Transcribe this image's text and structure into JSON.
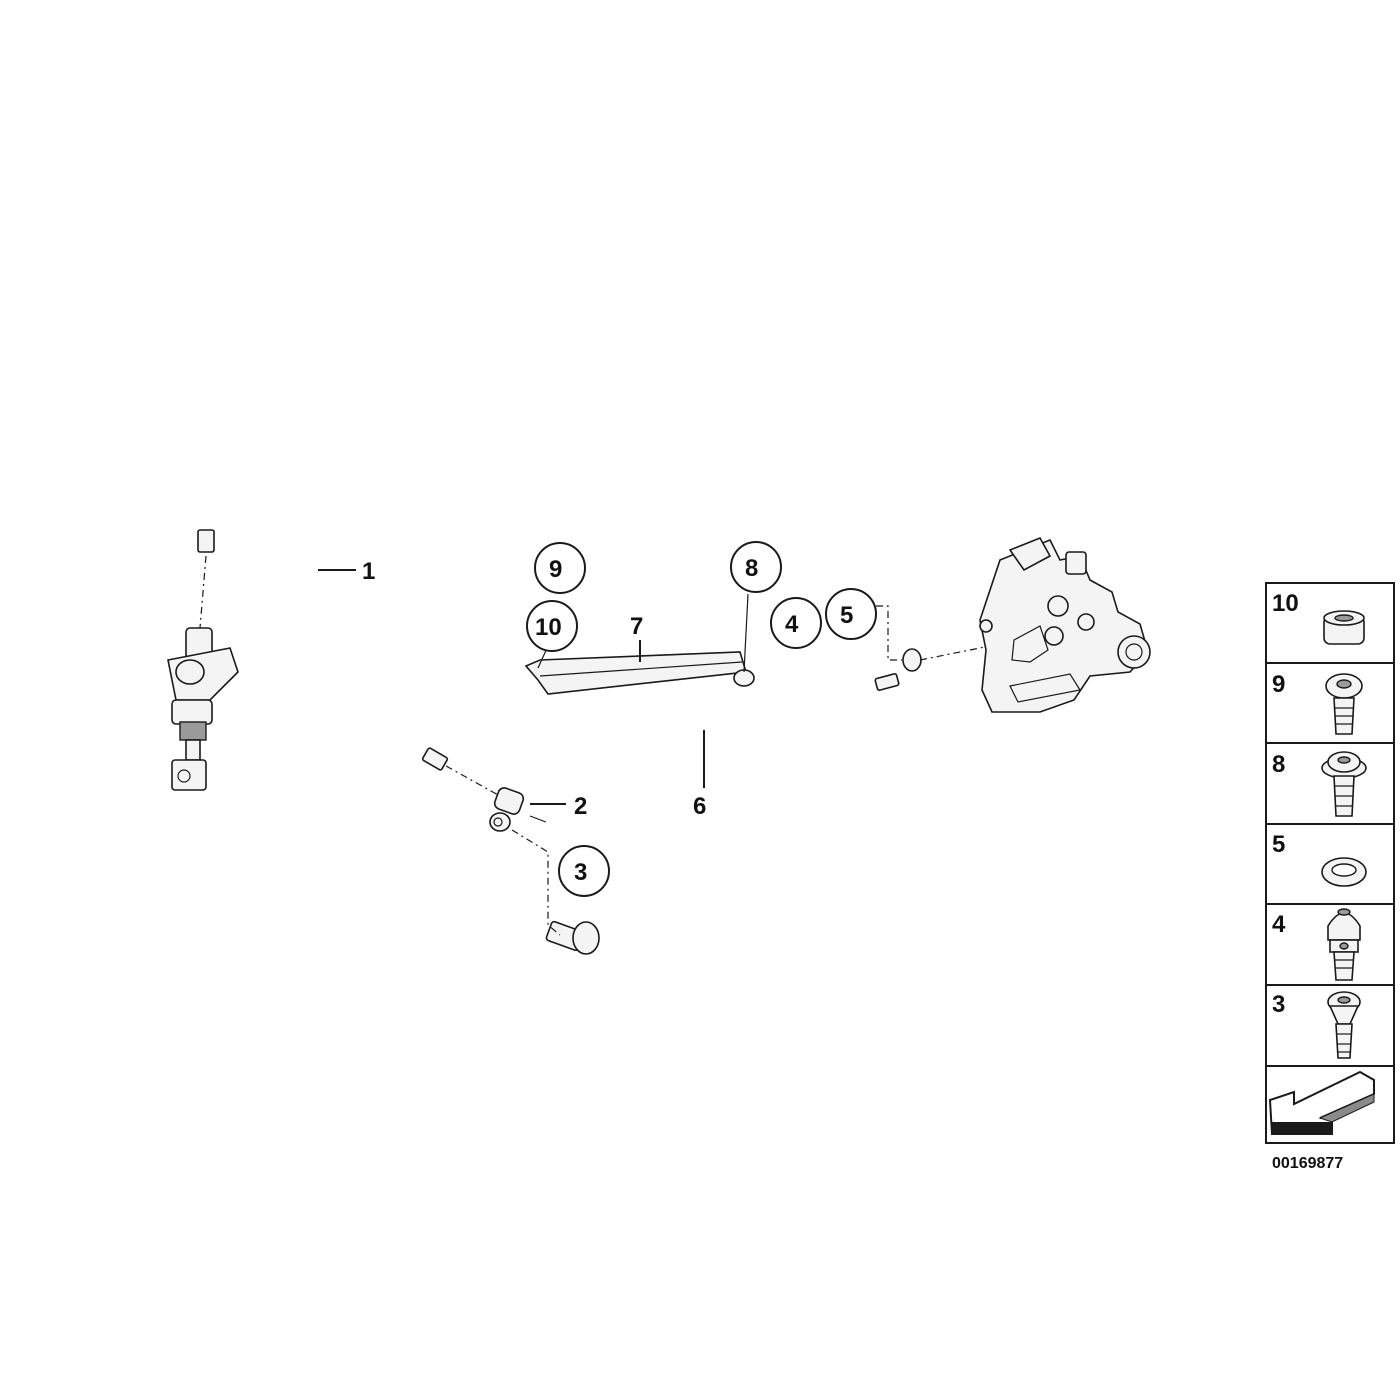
{
  "diagram_id": "00169877",
  "callouts": {
    "c1": "1",
    "c2": "2",
    "c3": "3",
    "c4": "4",
    "c5": "5",
    "c6": "6",
    "c7": "7",
    "c8": "8",
    "c9": "9",
    "c10": "10"
  },
  "legend": {
    "items": [
      {
        "number": "10",
        "part": "spacer-bushing-icon"
      },
      {
        "number": "9",
        "part": "screw-icon"
      },
      {
        "number": "8",
        "part": "flange-screw-icon"
      },
      {
        "number": "5",
        "part": "sealing-ring-icon"
      },
      {
        "number": "4",
        "part": "banjo-bolt-icon"
      },
      {
        "number": "3",
        "part": "bleed-screw-icon"
      }
    ],
    "arrow": "view-direction-arrow-icon"
  },
  "colors": {
    "line": "#1a1a1a",
    "part_fill": "#f2f2f2",
    "shade": "#8a8a8a"
  }
}
